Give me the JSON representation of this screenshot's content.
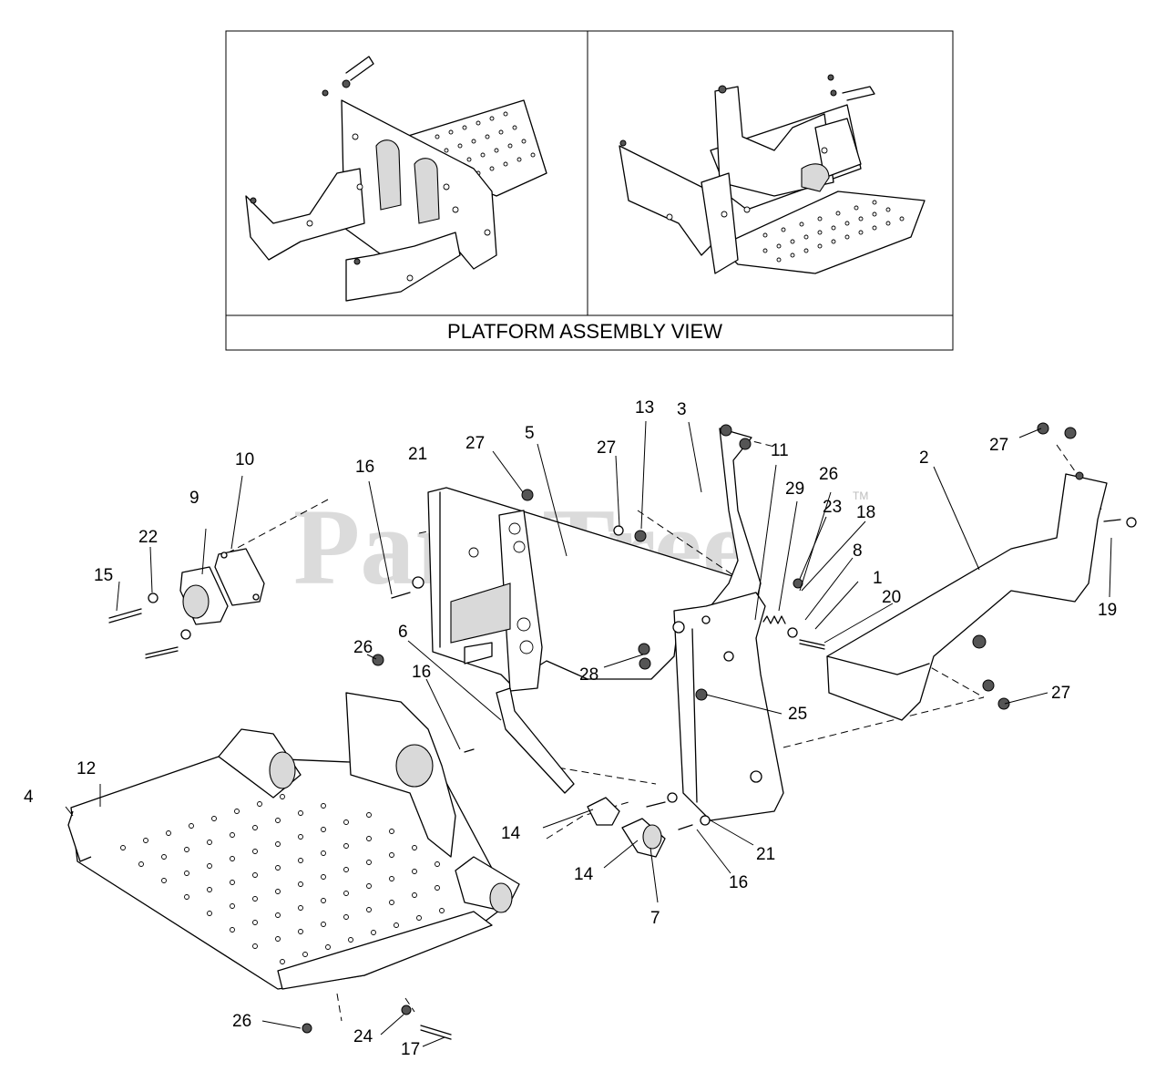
{
  "caption": "PLATFORM ASSEMBLY VIEW",
  "watermark": {
    "text": "PartsTree",
    "tm": "TM"
  },
  "callouts": [
    {
      "id": "c1",
      "label": "1"
    },
    {
      "id": "c2",
      "label": "2"
    },
    {
      "id": "c3",
      "label": "3"
    },
    {
      "id": "c4",
      "label": "4"
    },
    {
      "id": "c5",
      "label": "5"
    },
    {
      "id": "c6",
      "label": "6"
    },
    {
      "id": "c7",
      "label": "7"
    },
    {
      "id": "c8",
      "label": "8"
    },
    {
      "id": "c9",
      "label": "9"
    },
    {
      "id": "c10",
      "label": "10"
    },
    {
      "id": "c11",
      "label": "11"
    },
    {
      "id": "c12",
      "label": "12"
    },
    {
      "id": "c13",
      "label": "13"
    },
    {
      "id": "c14a",
      "label": "14"
    },
    {
      "id": "c14b",
      "label": "14"
    },
    {
      "id": "c15",
      "label": "15"
    },
    {
      "id": "c16a",
      "label": "16"
    },
    {
      "id": "c16b",
      "label": "16"
    },
    {
      "id": "c16c",
      "label": "16"
    },
    {
      "id": "c17",
      "label": "17"
    },
    {
      "id": "c18",
      "label": "18"
    },
    {
      "id": "c19",
      "label": "19"
    },
    {
      "id": "c20",
      "label": "20"
    },
    {
      "id": "c21a",
      "label": "21"
    },
    {
      "id": "c21b",
      "label": "21"
    },
    {
      "id": "c22",
      "label": "22"
    },
    {
      "id": "c23",
      "label": "23"
    },
    {
      "id": "c24",
      "label": "24"
    },
    {
      "id": "c25",
      "label": "25"
    },
    {
      "id": "c26a",
      "label": "26"
    },
    {
      "id": "c26b",
      "label": "26"
    },
    {
      "id": "c26c",
      "label": "26"
    },
    {
      "id": "c27a",
      "label": "27"
    },
    {
      "id": "c27b",
      "label": "27"
    },
    {
      "id": "c27c",
      "label": "27"
    },
    {
      "id": "c27d",
      "label": "27"
    },
    {
      "id": "c28",
      "label": "28"
    },
    {
      "id": "c29",
      "label": "29"
    }
  ]
}
